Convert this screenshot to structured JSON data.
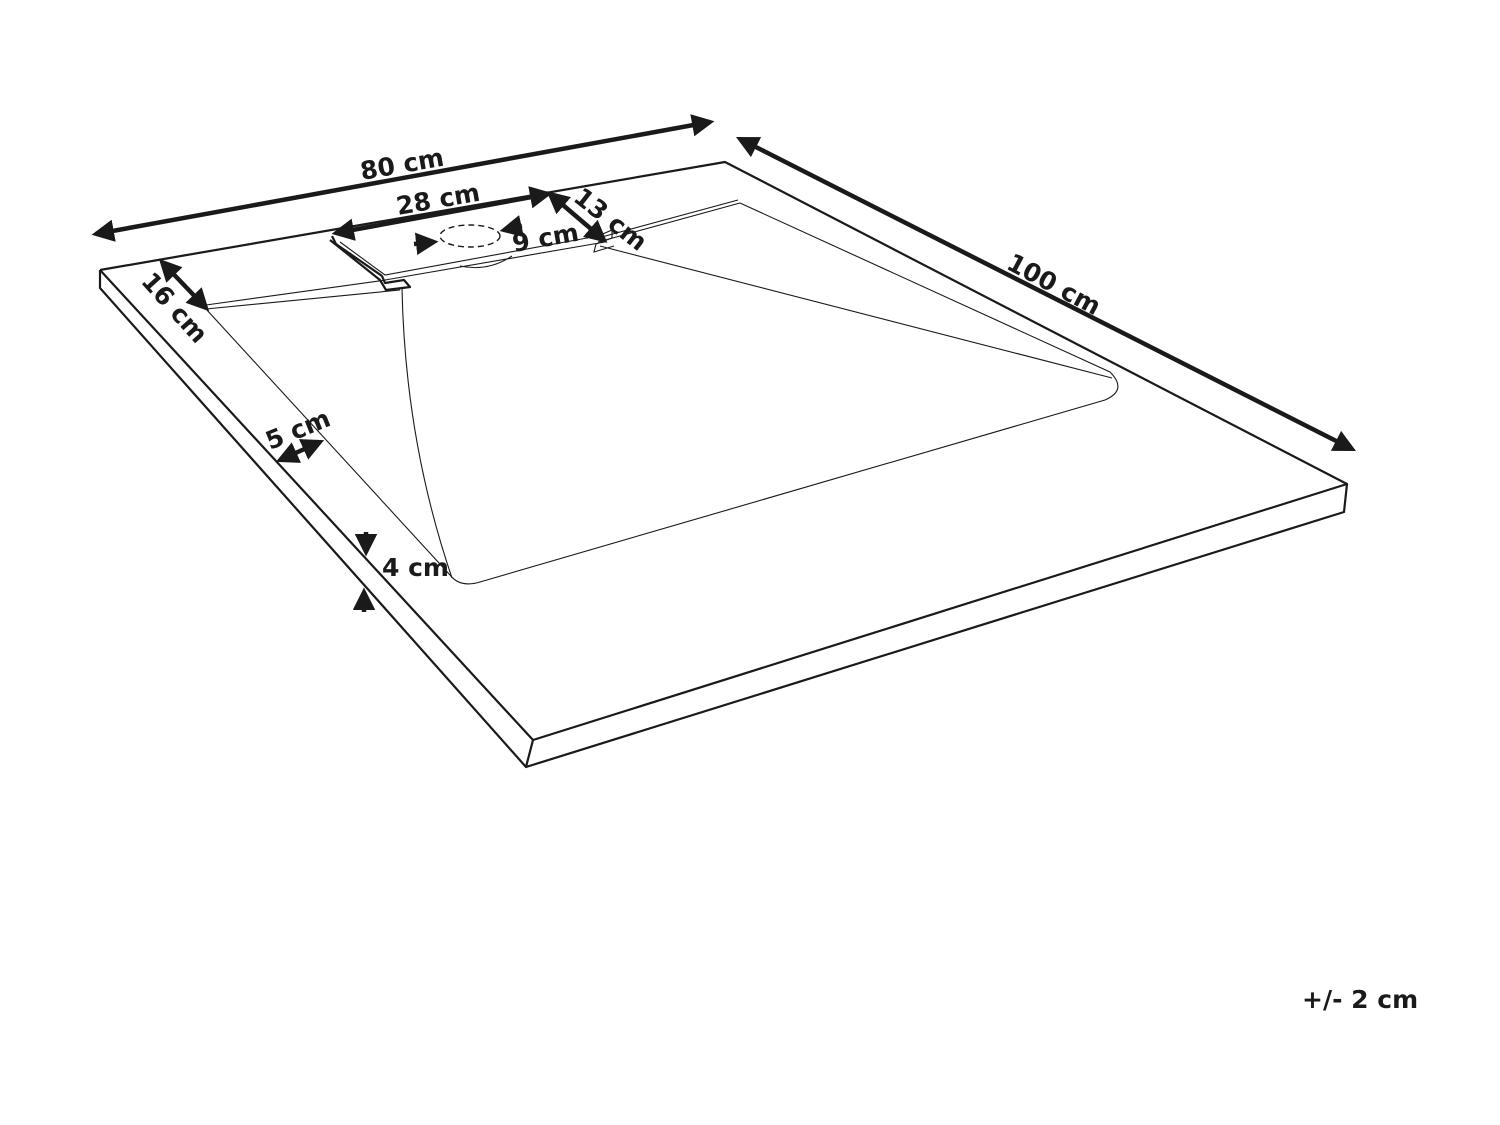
{
  "diagram": {
    "subject": "Shower tray dimension drawing",
    "line_color": "#1a1a1a",
    "background": "#ffffff",
    "dimensions": {
      "width": "80 cm",
      "length": "100 cm",
      "drain_channel_length": "28 cm",
      "drain_channel_width": "13 cm",
      "drain_diameter": "9 cm",
      "back_ledge": "16 cm",
      "side_rim": "5 cm",
      "height": "4 cm"
    },
    "tolerance": "+/- 2 cm"
  }
}
